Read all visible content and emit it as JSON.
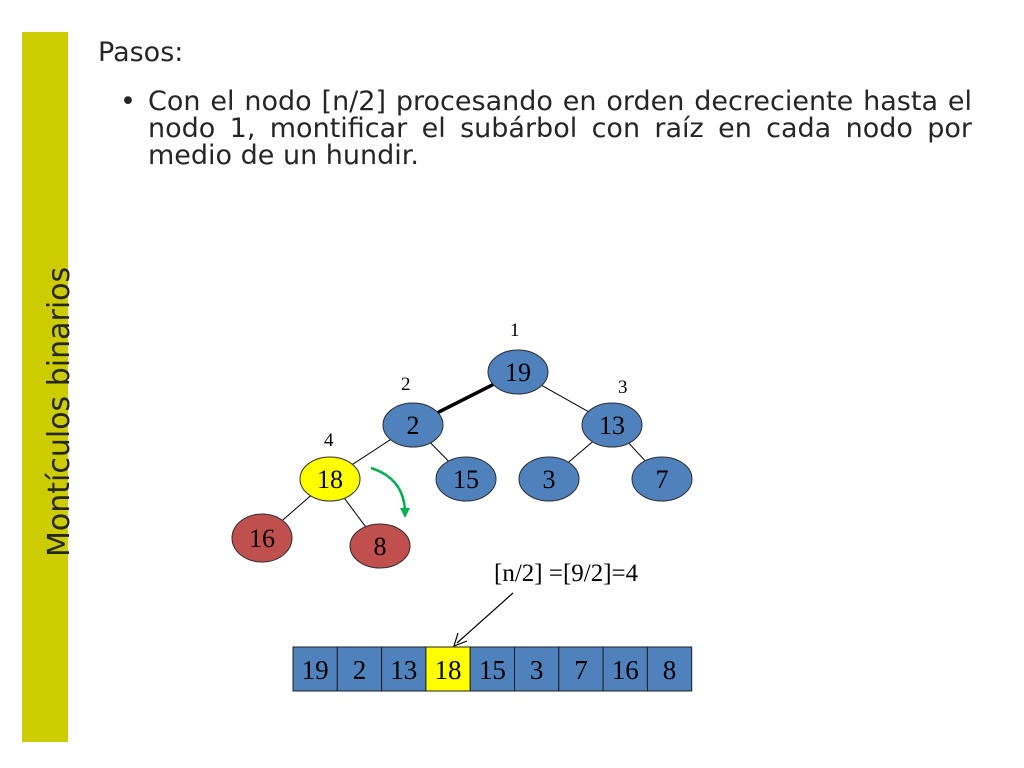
{
  "sidebar": {
    "title": "Montículos binarios",
    "color": "#cccc00"
  },
  "heading": "Pasos:",
  "bullet": {
    "marker": "•",
    "text": "Con el nodo [n/2]  procesando en orden decreciente hasta el nodo 1, montificar el subárbol con raíz en cada nodo por medio de un hundir."
  },
  "tree": {
    "nodes": [
      {
        "id": "n1",
        "value": "19",
        "index_label": "1",
        "fill": "#4f81bd"
      },
      {
        "id": "n2",
        "value": "2",
        "index_label": "2",
        "fill": "#4f81bd"
      },
      {
        "id": "n3",
        "value": "13",
        "index_label": "3",
        "fill": "#4f81bd"
      },
      {
        "id": "n4",
        "value": "18",
        "index_label": "4",
        "fill": "#ffff00"
      },
      {
        "id": "n5",
        "value": "15",
        "fill": "#4f81bd"
      },
      {
        "id": "n6",
        "value": "3",
        "fill": "#4f81bd"
      },
      {
        "id": "n7",
        "value": "7",
        "fill": "#4f81bd"
      },
      {
        "id": "n8",
        "value": "16",
        "fill": "#c0504d"
      },
      {
        "id": "n9",
        "value": "8",
        "fill": "#c0504d"
      }
    ],
    "edges": [
      {
        "from": "n1",
        "to": "n2",
        "highlight": true
      },
      {
        "from": "n1",
        "to": "n3"
      },
      {
        "from": "n2",
        "to": "n4"
      },
      {
        "from": "n2",
        "to": "n5"
      },
      {
        "from": "n3",
        "to": "n6"
      },
      {
        "from": "n3",
        "to": "n7"
      },
      {
        "from": "n4",
        "to": "n8"
      },
      {
        "from": "n4",
        "to": "n9"
      }
    ]
  },
  "formula": "[n/2] =[9/2]=4",
  "array": {
    "cells": [
      "19",
      "2",
      "13",
      "18",
      "15",
      "3",
      "7",
      "16",
      "8"
    ],
    "highlight_index": 3,
    "fill": "#4f81bd",
    "highlight_fill": "#ffff00"
  },
  "colors": {
    "arrow": "#00b050",
    "edge": "#000000"
  }
}
